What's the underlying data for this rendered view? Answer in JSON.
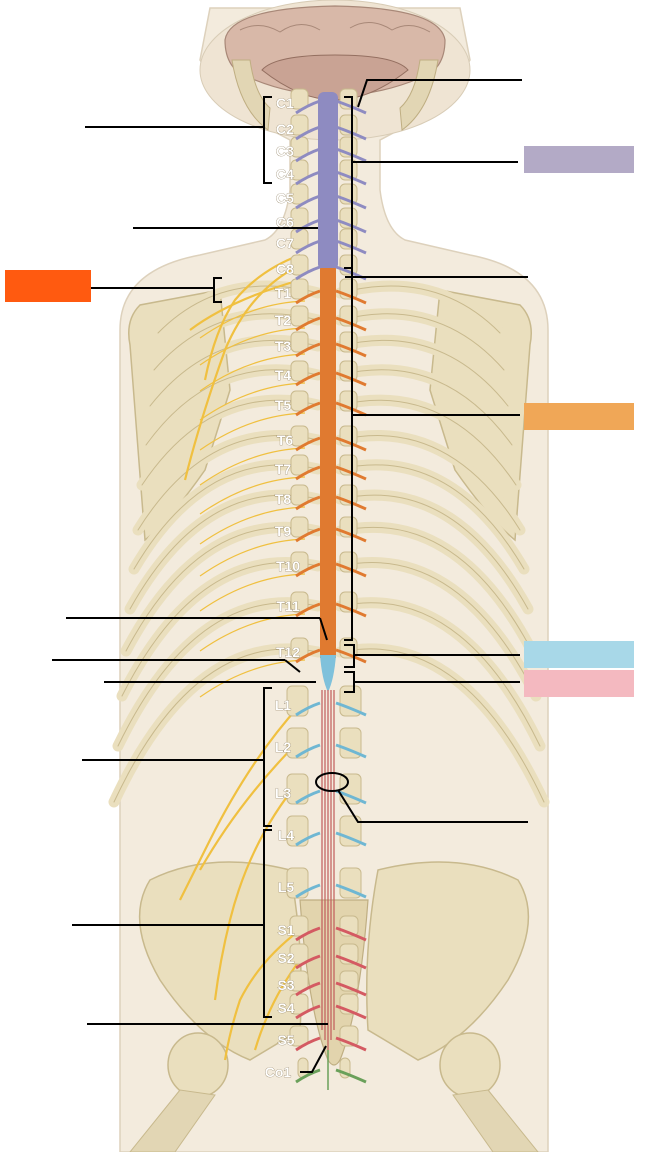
{
  "vertebrae": {
    "cervical": [
      "C1",
      "C2",
      "C3",
      "C4",
      "C5",
      "C6",
      "C7",
      "C8"
    ],
    "thoracic": [
      "T1",
      "T2",
      "T3",
      "T4",
      "T5",
      "T6",
      "T7",
      "T8",
      "T9",
      "T10",
      "T11",
      "T12"
    ],
    "lumbar": [
      "L1",
      "L2",
      "L3",
      "L4",
      "L5"
    ],
    "sacral": [
      "S1",
      "S2",
      "S3",
      "S4",
      "S5"
    ],
    "coccygeal": [
      "Co1"
    ]
  },
  "colors": {
    "cervical_key": "#b3aac6",
    "thoracic_key": "#f0a757",
    "lumbar_key": "#a8d8e8",
    "sacral_key": "#f4b9c0",
    "highlight_box": "#ff5a10",
    "cervical_cord": "#8e8bc1",
    "thoracic_cord": "#e07a30",
    "lumbar_nerve": "#6fb7d3",
    "sacral_nerve": "#d45a62",
    "bone": "#eadfbe",
    "bone_shade": "#c8b98d",
    "skin": "#f3ebdd",
    "peripheral_nerve": "#f0c040",
    "leader_line": "#000000"
  }
}
